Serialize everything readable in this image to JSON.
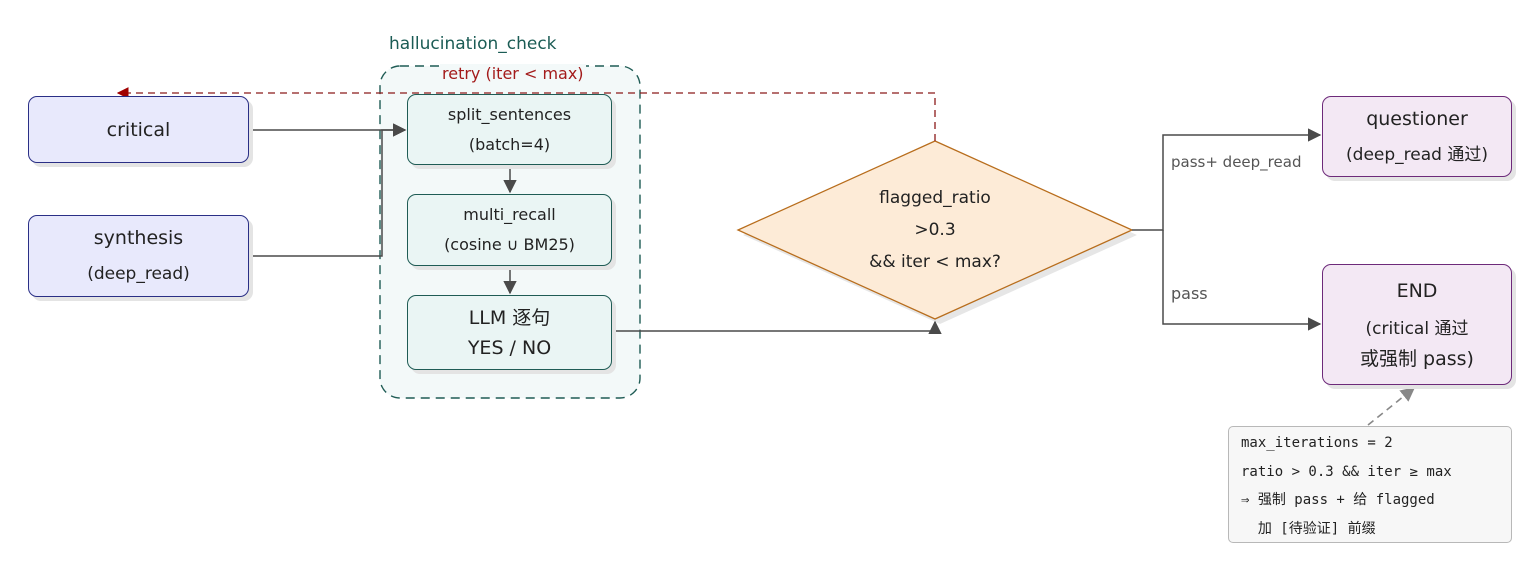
{
  "group": {
    "title": "hallucination_check"
  },
  "nodes": {
    "critical": {
      "lines": [
        "critical"
      ]
    },
    "synthesis": {
      "lines": [
        "synthesis",
        "(deep_read)"
      ]
    },
    "split": {
      "lines": [
        "split_sentences",
        "(batch=4)"
      ]
    },
    "recall": {
      "lines": [
        "multi_recall",
        "(cosine ∪ BM25)"
      ]
    },
    "llm": {
      "lines": [
        "LLM 逐句",
        "YES / NO"
      ]
    },
    "decision": {
      "lines": [
        "flagged_ratio",
        ">0.3",
        "&& iter < max?"
      ]
    },
    "questioner": {
      "lines": [
        "questioner",
        "(deep_read 通过)"
      ]
    },
    "end": {
      "lines": [
        "END",
        "(critical 通过",
        "或强制 pass)"
      ]
    }
  },
  "edges": {
    "retry_label": "retry (iter < max)",
    "pass_deep_read_label": "pass+ deep_read",
    "pass_label": "pass"
  },
  "note": {
    "lines": [
      "max_iterations = 2",
      "ratio > 0.3 && iter ≥ max",
      "⇒ 强制 pass + 给 flagged",
      "  加 [待验证] 前缀"
    ]
  },
  "colors": {
    "edge": "#4a4a4a",
    "retry": "#8b1a1a",
    "group_border": "#1f5c55",
    "decision_fill": "#fdebd7",
    "decision_border": "#b86d1c"
  },
  "icons": {
    "arrowhead": "triangle-arrowhead"
  }
}
